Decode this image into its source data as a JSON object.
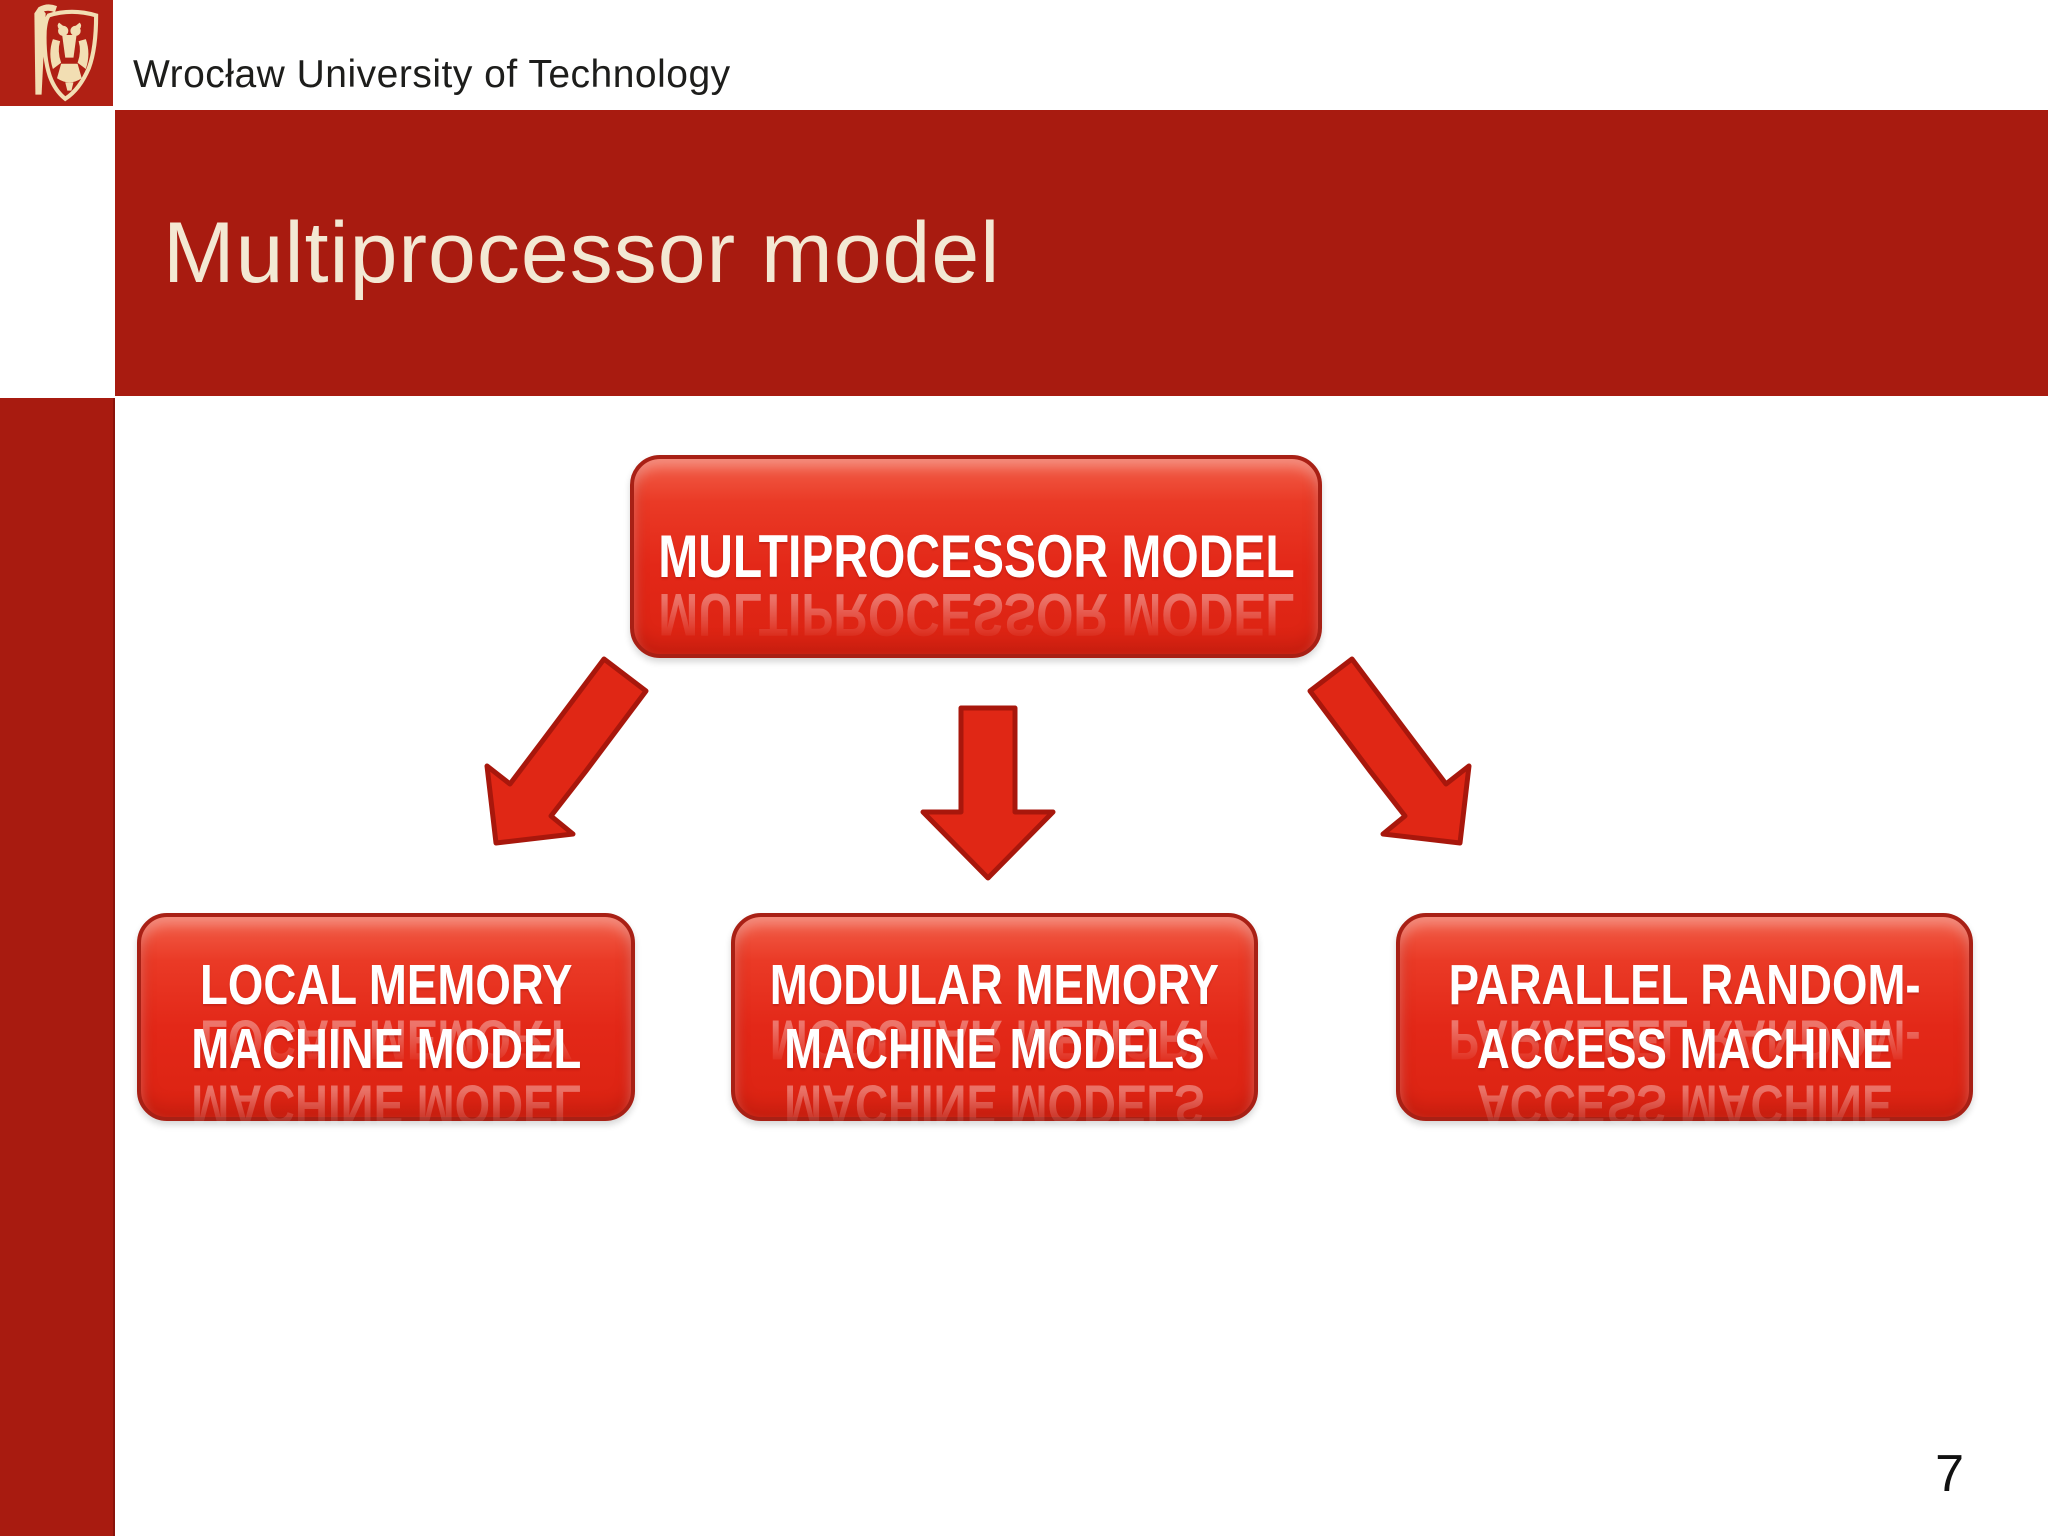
{
  "slide": {
    "header": {
      "university_name": "Wrocław University of Technology",
      "logo": "wroclaw-university-crest"
    },
    "title": "Multiprocessor model",
    "page_number": "7"
  },
  "diagram": {
    "root": {
      "label": "MULTIPROCESSOR MODEL"
    },
    "children": [
      {
        "line1": "LOCAL MEMORY",
        "line2": "MACHINE MODEL"
      },
      {
        "line1": "MODULAR MEMORY",
        "line2": "MACHINE MODELS"
      },
      {
        "line1": "PARALLEL RANDOM-",
        "line2": "ACCESS MACHINE"
      }
    ],
    "arrows": [
      {
        "name": "arrow-down-left"
      },
      {
        "name": "arrow-down"
      },
      {
        "name": "arrow-down-right"
      }
    ]
  },
  "colors": {
    "brand_red": "#A81B10",
    "logo_red": "#B02014",
    "box_red": "#E32818",
    "box_border": "#A82015",
    "arrow_red": "#E02715",
    "title_cream": "#F3E8D3",
    "header_text": "#1D1D1B",
    "box_text": "#FFFFFF",
    "page_text": "#111111",
    "crest_cream": "#F2DEB3"
  }
}
